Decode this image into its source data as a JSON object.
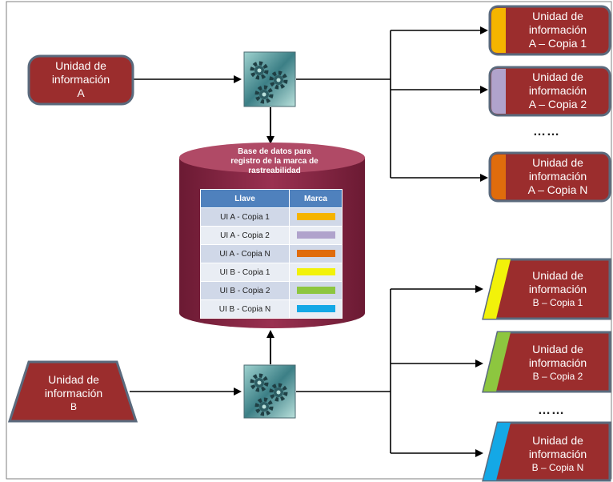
{
  "source_a": {
    "line1": "Unidad de",
    "line2": "información",
    "line3": "A"
  },
  "source_b": {
    "line1": "Unidad de",
    "line2": "información",
    "line3": "B"
  },
  "copies_a": [
    {
      "line1": "Unidad de",
      "line2": "información",
      "line3": "A – Copia 1",
      "color": "#f5b400"
    },
    {
      "line1": "Unidad de",
      "line2": "información",
      "line3": "A – Copia 2",
      "color": "#b0a3cc"
    },
    {
      "line1": "Unidad de",
      "line2": "información",
      "line3": "A – Copia N",
      "color": "#e06c0c"
    }
  ],
  "copies_b": [
    {
      "line1": "Unidad de",
      "line2": "información",
      "line3": "B – Copia 1",
      "color": "#f2f20a"
    },
    {
      "line1": "Unidad de",
      "line2": "información",
      "line3": "B – Copia 2",
      "color": "#8dc63f"
    },
    {
      "line1": "Unidad de",
      "line2": "información",
      "line3": "B – Copia N",
      "color": "#14a8e6"
    }
  ],
  "ellipsis_a": "……",
  "ellipsis_b": "……",
  "database": {
    "title_line1": "Base de datos para",
    "title_line2": "registro de la marca de",
    "title_line3": "rastreabilidad",
    "col_key": "Llave",
    "col_mark": "Marca",
    "rows": [
      {
        "key": "UI A - Copia 1",
        "color": "#f5b400"
      },
      {
        "key": "UI A - Copia 2",
        "color": "#b0a3cc"
      },
      {
        "key": "UI A - Copia N",
        "color": "#e06c0c"
      },
      {
        "key": "UI B - Copia 1",
        "color": "#f2f20a"
      },
      {
        "key": "UI B - Copia 2",
        "color": "#8dc63f"
      },
      {
        "key": "UI B - Copia N",
        "color": "#14a8e6"
      }
    ]
  },
  "colors": {
    "box_fill": "#9b2d2d",
    "box_stroke": "#5a6a7d",
    "db_body": "#8e2a45",
    "db_top": "#b04a66",
    "gear": "#2e6b73"
  },
  "icons": {
    "process": "gears-icon"
  }
}
